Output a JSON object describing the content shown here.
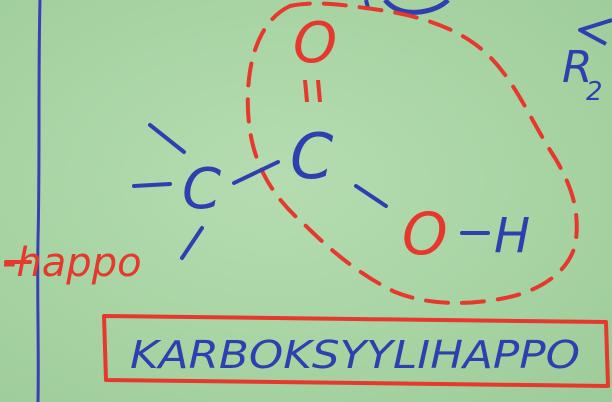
{
  "whiteboard": {
    "atoms": {
      "oxygen_top": "O",
      "carbon_left": "C",
      "carbon_right": "C",
      "oxygen_right": "O",
      "hydrogen": "H",
      "r2_label": "R",
      "r2_subscript": "2"
    },
    "suffix_label": "-happo",
    "boxed_title": "KARBOKSYYLIHAPPO"
  },
  "colors": {
    "board": "#a9d6a6",
    "red_marker": "#e6382c",
    "blue_marker": "#2f3fb0"
  }
}
